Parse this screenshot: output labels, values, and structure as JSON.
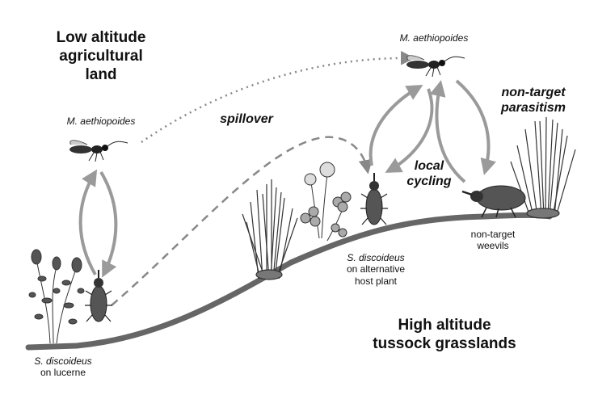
{
  "regions": {
    "low": [
      "Low altitude",
      "agricultural",
      "land"
    ],
    "high": [
      "High altitude",
      "tussock grasslands"
    ]
  },
  "labels": {
    "parasitoid_left": "M. aethiopoides",
    "parasitoid_right": "M. aethiopoides",
    "spillover": "spillover",
    "local_cycling": [
      "local",
      "cycling"
    ],
    "non_target_parasitism": [
      "non-target",
      "parasitism"
    ],
    "host_lucerne": {
      "species": "S. discoideus",
      "rest": "on lucerne"
    },
    "host_alternative": {
      "species": "S. discoideus",
      "rest": [
        "on alternative",
        "host plant"
      ]
    },
    "non_target_weevils": [
      "non-target",
      "weevils"
    ]
  },
  "colors": {
    "arrow": "#9a9a9a",
    "ground": "#666666",
    "ink": "#222222"
  },
  "icons": [
    "wasp-icon",
    "weevil-icon",
    "broad-weevil-icon",
    "lucerne-plant-icon",
    "clover-plant-icon",
    "tussock-grass-icon"
  ]
}
